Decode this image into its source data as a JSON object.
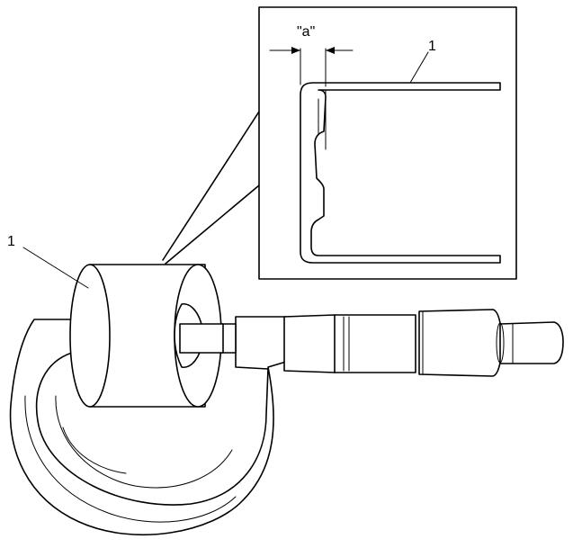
{
  "callouts": {
    "part_label_main": "1",
    "part_label_detail": "1",
    "dimension_label": "\"a\""
  },
  "colors": {
    "line": "#000000",
    "background": "#ffffff"
  }
}
